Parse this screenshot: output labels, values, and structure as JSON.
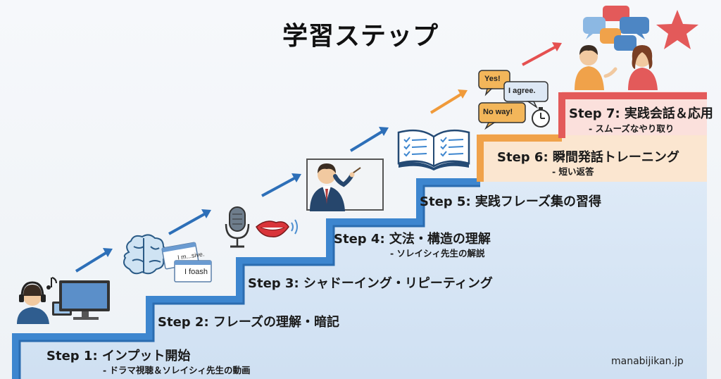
{
  "title": "学習ステップ",
  "steps": [
    {
      "title": "Step 1: インプット開始",
      "sub": "- ドラマ視聴＆ソレイシィ先生の動画"
    },
    {
      "title": "Step 2: フレーズの理解・暗記",
      "sub": ""
    },
    {
      "title": "Step 3: シャドーイング・リピーティング",
      "sub": ""
    },
    {
      "title": "Step 4: 文法・構造の理解",
      "sub": "- ソレイシィ先生の解説"
    },
    {
      "title": "Step 5: 実践フレーズ集の習得",
      "sub": ""
    },
    {
      "title": "Step 6: 瞬間発話トレーニング",
      "sub": "- 短い返答"
    },
    {
      "title": "Step 7: 実践会話＆応用",
      "sub": "- スムーズなやり取り"
    }
  ],
  "cards": {
    "card1": "I m...sive.",
    "card2": "I foash"
  },
  "bubbles": {
    "yes": "Yes!",
    "agree": "I agree.",
    "noway": "No way!"
  },
  "site": "manabijikan.jp",
  "colors": {
    "stair_blue": "#3d86cf",
    "stair_orange": "#f0a24a",
    "stair_red": "#e35a5a",
    "arrow_blue": "#2d6fb8",
    "arrow_orange": "#f09a3a",
    "arrow_red": "#e55050"
  },
  "icons": [
    "headphones-person-icon",
    "music-note-icon",
    "tablet-icon",
    "monitor-icon",
    "brain-icon",
    "phrase-cards-icon",
    "microphone-icon",
    "mouth-icon",
    "sound-waves-icon",
    "teacher-icon",
    "book-icon",
    "speech-bubbles-icon",
    "stopwatch-icon",
    "chat-bubbles-icon",
    "star-icon",
    "people-icon"
  ]
}
